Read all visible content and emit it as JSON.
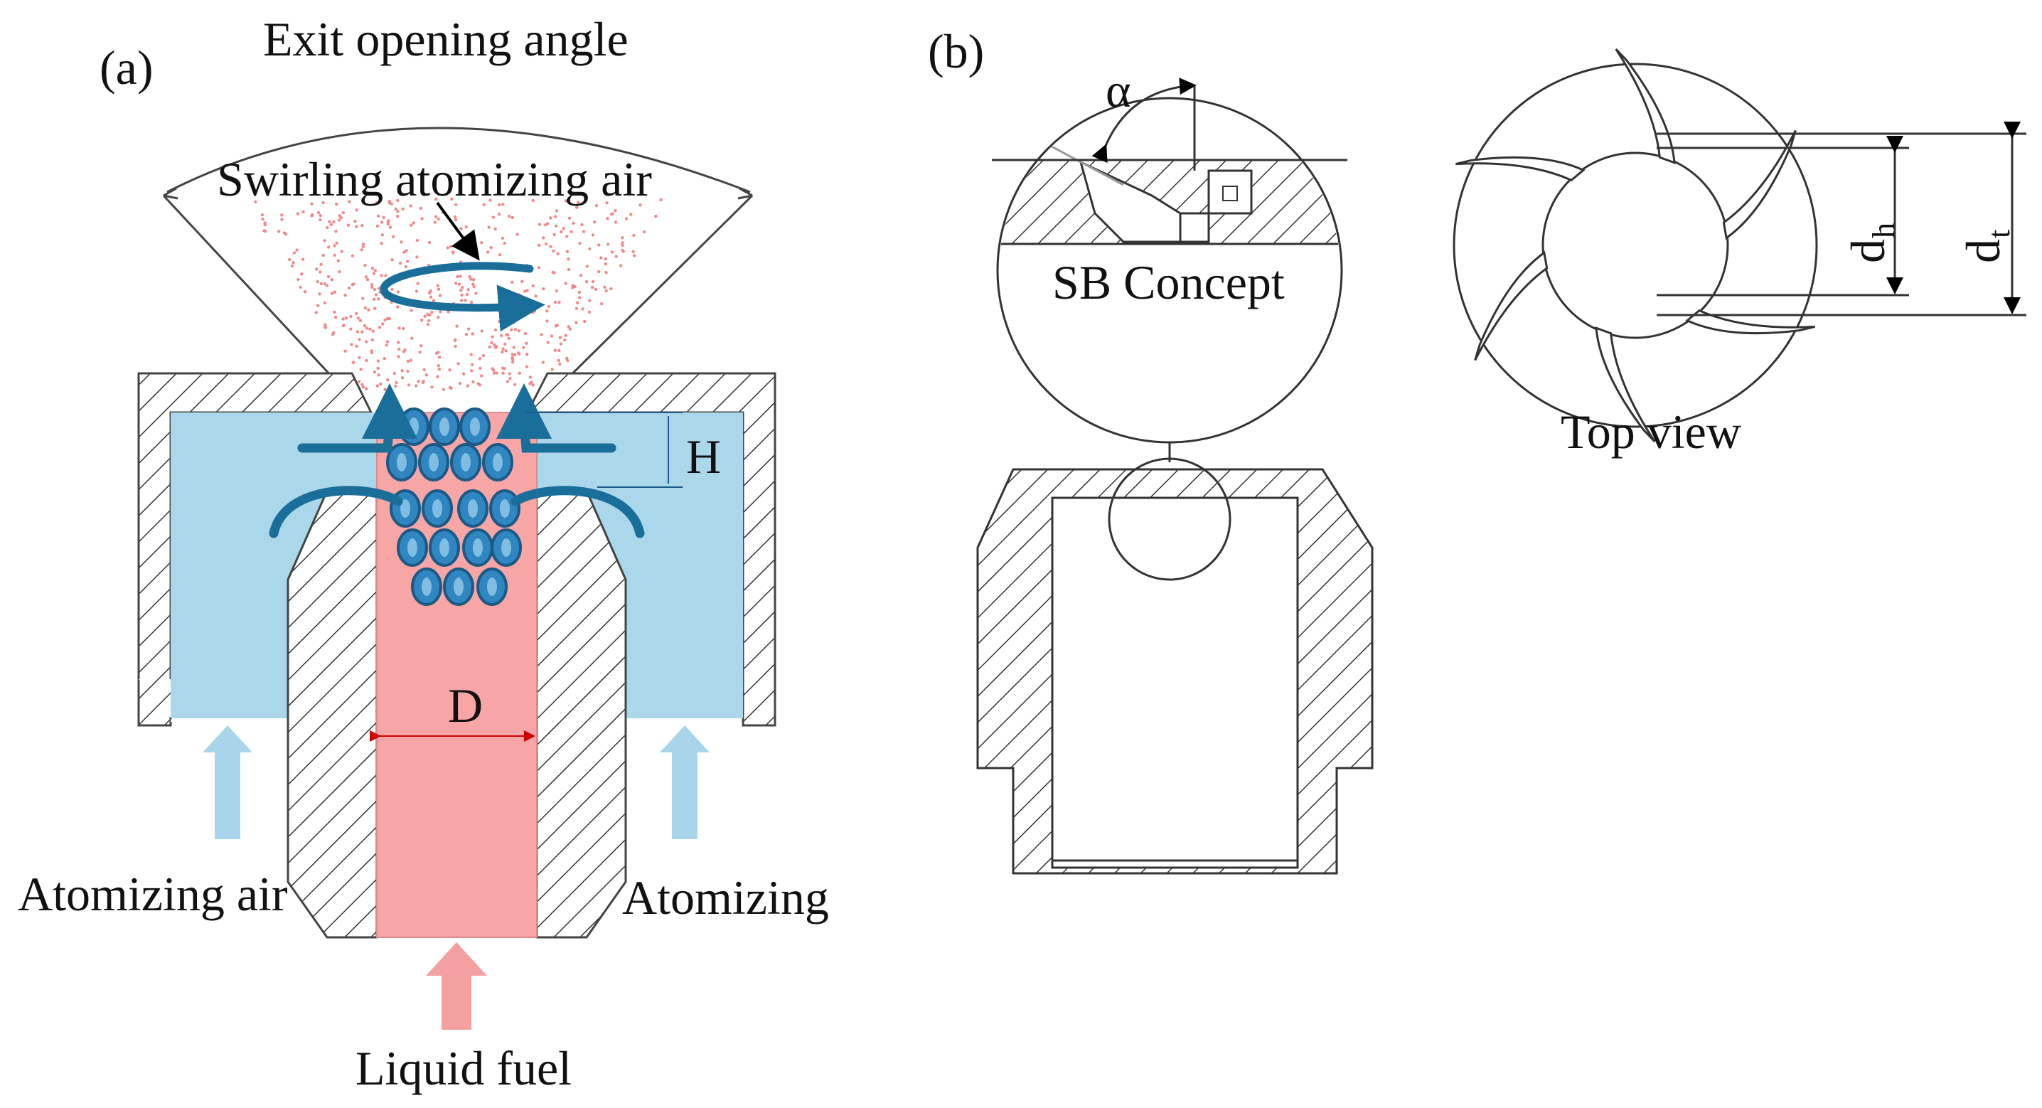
{
  "panel_a": {
    "label": "(a)",
    "exit_opening_angle": "Exit opening angle",
    "swirling_air": "Swirling atomizing air",
    "height_label": "H",
    "diameter_label": "D",
    "atomizing_air_left": "Atomizing air",
    "atomizing_air_right": "Atomizing",
    "liquid_fuel": "Liquid fuel"
  },
  "panel_b": {
    "label": "(b)",
    "angle_label": "α",
    "concept_label": "SB Concept",
    "top_view": "Top view",
    "dh_main": "d",
    "dh_sub": "h",
    "dt_main": "d",
    "dt_sub": "t"
  },
  "colors": {
    "air": "#aad7ea",
    "fuel": "#f7a5a5",
    "arrow_air": "#a9d5ea",
    "arrow_fuel": "#f5a0a0",
    "swirl": "#1a6f9a",
    "droplet": "#2f86c1",
    "spray_dots": "#f08a8a"
  }
}
